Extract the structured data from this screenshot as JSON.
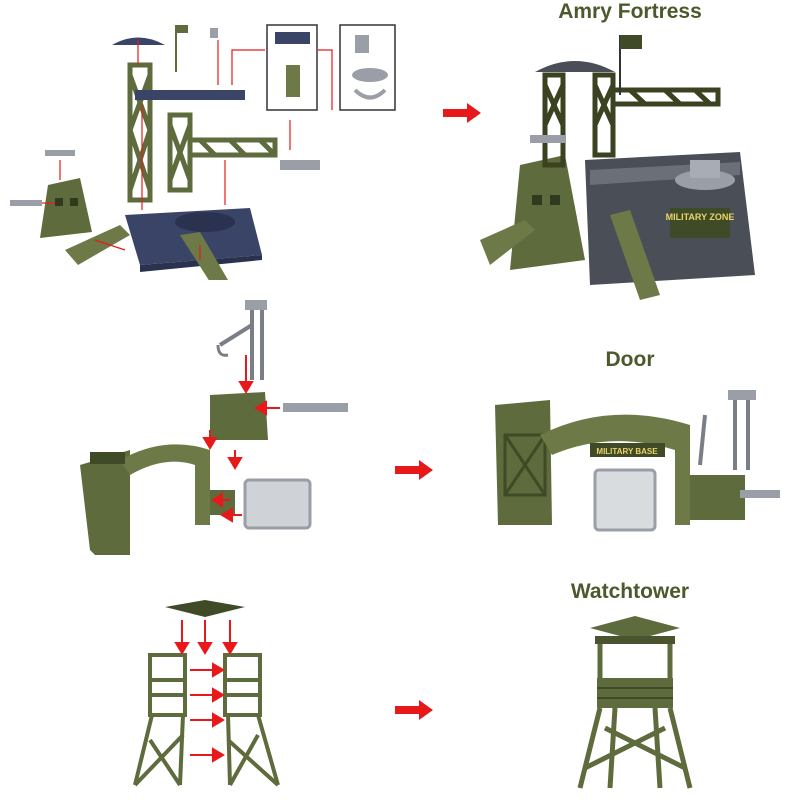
{
  "sections": [
    {
      "title": "Amry Fortress"
    },
    {
      "title": "Door"
    },
    {
      "title": "Watchtower"
    }
  ],
  "labels": {
    "sign_fortress": "MILITARY ZONE",
    "sign_door": "MILITARY BASE"
  },
  "colors": {
    "olive": "#5e6b3c",
    "olive_dark": "#3d4726",
    "navy": "#3a4466",
    "grey": "#9a9ea6",
    "arrow_red": "#e8191b",
    "title": "#4b5a2c"
  }
}
